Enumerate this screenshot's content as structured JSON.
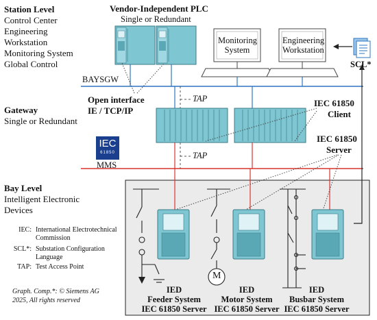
{
  "station_level": {
    "title": "Station Level",
    "lines": [
      "Control Center",
      "Engineering",
      "Workstation",
      "Monitoring System",
      "Global Control"
    ]
  },
  "plc": {
    "title": "Vendor-Independent PLC",
    "subtitle": "Single or Redundant"
  },
  "workstations": {
    "monitoring": "Monitoring System",
    "engineering": "Engineering Workstation"
  },
  "scl_label": "SCL*",
  "baysgw_label": "BAYSGW",
  "tap_label": "TAP",
  "open_interface": {
    "line1": "Open interface",
    "line2": "IE / TCP/IP"
  },
  "gateway": {
    "title": "Gateway",
    "subtitle": "Single or Redundant"
  },
  "iec_client": {
    "line1": "IEC 61850",
    "line2": "Client"
  },
  "iec_server": {
    "line1": "IEC 61850",
    "line2": "Server"
  },
  "iec_logo": {
    "text": "IEC",
    "number": "61850"
  },
  "mms_label": "MMS",
  "bay_level": {
    "title": "Bay Level",
    "lines": [
      "Intelligent Electronic",
      "Devices"
    ]
  },
  "legend": [
    {
      "key": "IEC:",
      "value": "International Electrotechnical Commission"
    },
    {
      "key": "SCL*:",
      "value": "Substation Configuration Language"
    },
    {
      "key": "TAP:",
      "value": "Test Access Point"
    }
  ],
  "credit": "Graph. Comp.*: © Siemens AG 2025, All rights reserved",
  "motor_symbol": "M",
  "ieds": [
    {
      "title": "IED",
      "system": "Feeder System",
      "server": "IEC 61850 Server"
    },
    {
      "title": "IED",
      "system": "Motor System",
      "server": "IEC 61850 Server"
    },
    {
      "title": "IED",
      "system": "Busbar System",
      "server": "IEC 61850 Server"
    }
  ],
  "colors": {
    "network_blue": "#2e74c0",
    "network_red": "#d9322e",
    "device_teal": "#7fc6d3",
    "bay_bg": "#ebebeb"
  }
}
